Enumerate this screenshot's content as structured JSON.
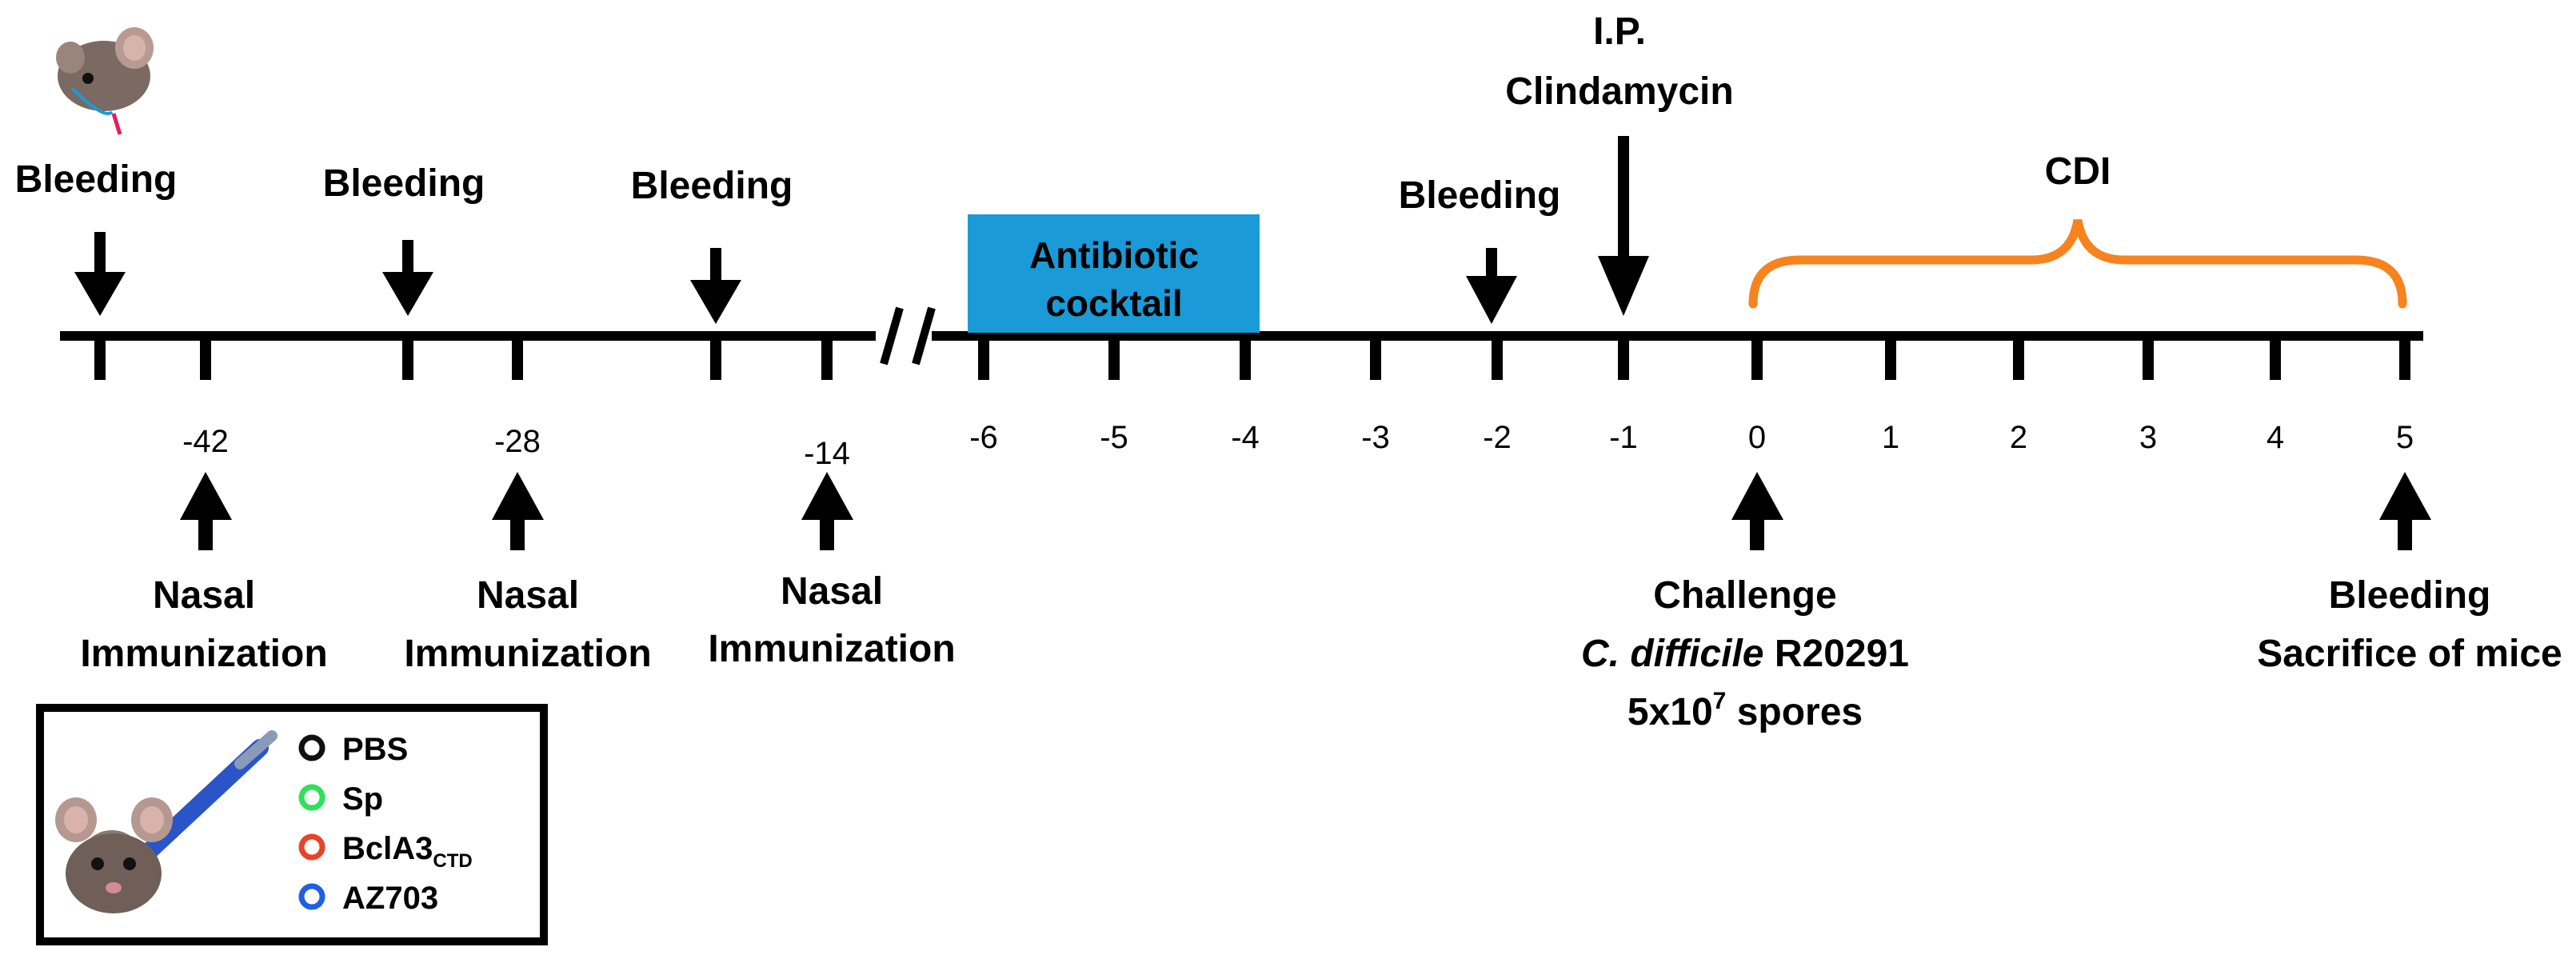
{
  "top_events": {
    "bleeding_label": "Bleeding",
    "ip_line1": "I.P.",
    "ip_line2": "Clindamycin",
    "cdi_label": "CDI"
  },
  "antibiotic_box": {
    "line1": "Antibiotic",
    "line2": "cocktail",
    "color": "#1a9bd7"
  },
  "ticks": [
    "-42",
    "-28",
    "-14",
    "-6",
    "-5",
    "-4",
    "-3",
    "-2",
    "-1",
    "0",
    "1",
    "2",
    "3",
    "4",
    "5"
  ],
  "bottom_events": {
    "nasal_line1": "Nasal",
    "nasal_line2": "Immunization",
    "challenge_line1": "Challenge",
    "challenge_species": "C. difficile",
    "challenge_strain": " R20291",
    "challenge_dose_prefix": "5x10",
    "challenge_dose_exp": "7",
    "challenge_dose_suffix": " spores",
    "final_line1": "Bleeding",
    "final_line2": "Sacrifice of mice"
  },
  "legend": {
    "items": [
      {
        "label": "PBS",
        "sub": "",
        "color": "#111111"
      },
      {
        "label": "Sp",
        "sub": "",
        "color": "#2ee05a"
      },
      {
        "label": "BclA3",
        "sub": "CTD",
        "color": "#e8432a"
      },
      {
        "label": "AZ703",
        "sub": "",
        "color": "#1f5fe6"
      }
    ]
  },
  "colors": {
    "bracket": "#f7831f",
    "axis": "#000000"
  }
}
